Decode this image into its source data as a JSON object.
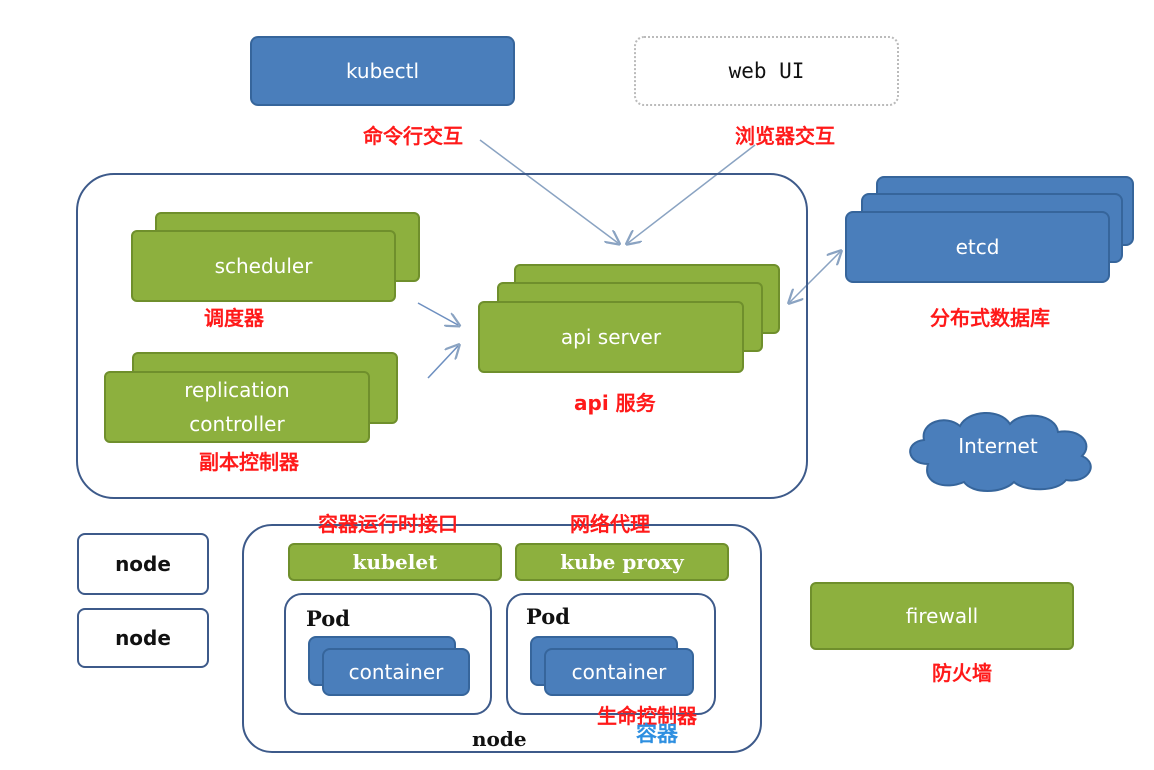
{
  "top": {
    "kubectl": "kubectl",
    "kubectl_label": "命令行交互",
    "webui": "web UI",
    "webui_label": "浏览器交互"
  },
  "master": {
    "scheduler": "scheduler",
    "scheduler_label": "调度器",
    "replication_line1": "replication",
    "replication_line2": "controller",
    "replication_label": "副本控制器",
    "api_server": "api server",
    "api_label": "api 服务"
  },
  "etcd": {
    "name": "etcd",
    "label": "分布式数据库"
  },
  "internet": {
    "name": "Internet"
  },
  "firewall": {
    "name": "firewall",
    "label": "防火墙"
  },
  "nodes": {
    "node1": "node",
    "node2": "node"
  },
  "node_detail": {
    "kubelet": "kubelet",
    "kubelet_label": "容器运行时接口",
    "kube_proxy": "kube proxy",
    "kube_proxy_label": "网络代理",
    "pod1": "Pod",
    "pod2": "Pod",
    "container1": "container",
    "container2": "container",
    "container_label": "容器",
    "lifecycle_label": "生命控制器",
    "node_label": "node"
  },
  "colors": {
    "blue": "#4a7ebb",
    "green": "#8db03e",
    "red_label": "#ff1a1a",
    "outline": "#3d5a8a",
    "container_label": "#2e8fe0"
  }
}
